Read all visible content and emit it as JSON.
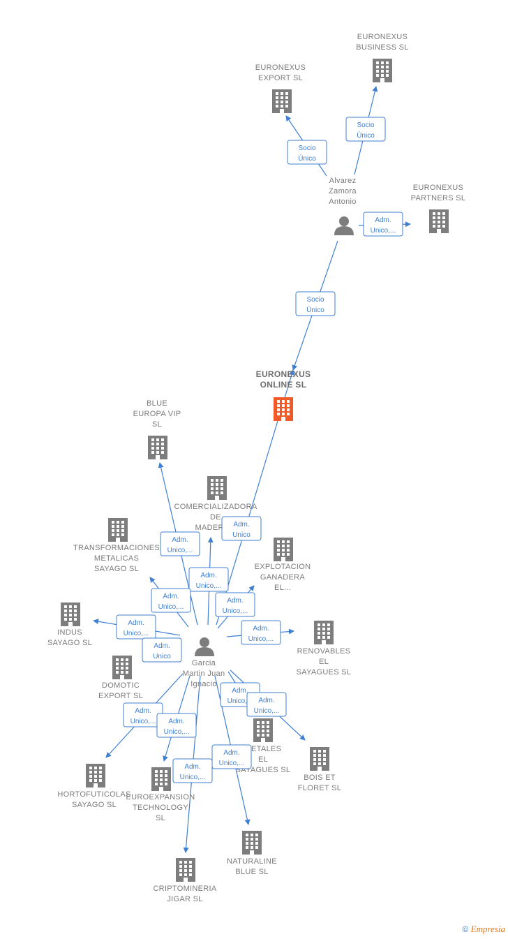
{
  "colors": {
    "edge": "#3f7fd3",
    "company": "#7d7d7d",
    "focus": "#f05a28",
    "person": "#7d7d7d",
    "label": "#7a7a7a"
  },
  "nodes": [
    {
      "id": "euronexus-business",
      "type": "company",
      "icon": "building-icon",
      "lines": [
        "EURONEXUS",
        "BUSINESS  SL"
      ]
    },
    {
      "id": "euronexus-export",
      "type": "company",
      "icon": "building-icon",
      "lines": [
        "EURONEXUS",
        "EXPORT  SL"
      ]
    },
    {
      "id": "euronexus-partners",
      "type": "company",
      "icon": "building-icon",
      "lines": [
        "EURONEXUS",
        "PARTNERS  SL"
      ]
    },
    {
      "id": "alvarez",
      "type": "person",
      "icon": "person-icon",
      "lines": [
        "Alvarez",
        "Zamora",
        "Antonio"
      ]
    },
    {
      "id": "euronexus-online",
      "type": "focus",
      "icon": "building-icon",
      "lines": [
        "EURONEXUS",
        "ONLINE  SL"
      ]
    },
    {
      "id": "blue-europa",
      "type": "company",
      "icon": "building-icon",
      "lines": [
        "BLUE",
        "EUROPA VIP",
        "SL"
      ]
    },
    {
      "id": "comercializadora",
      "type": "company",
      "icon": "building-icon",
      "lines": [
        "COMERCIALIZADORA",
        "DE",
        "MADERA..."
      ]
    },
    {
      "id": "transformaciones",
      "type": "company",
      "icon": "building-icon",
      "lines": [
        "TRANSFORMACIONES",
        "METALICAS",
        "SAYAGO  SL"
      ]
    },
    {
      "id": "explotacion",
      "type": "company",
      "icon": "building-icon",
      "lines": [
        "EXPLOTACION",
        "GANADERA",
        "EL..."
      ]
    },
    {
      "id": "indus",
      "type": "company",
      "icon": "building-icon",
      "lines": [
        "INDUS",
        "SAYAGO  SL"
      ]
    },
    {
      "id": "renovables",
      "type": "company",
      "icon": "building-icon",
      "lines": [
        "RENOVABLES",
        "EL",
        "SAYAGUES  SL"
      ]
    },
    {
      "id": "garcia",
      "type": "person",
      "icon": "person-icon",
      "lines": [
        "Garcia",
        "Martin Juan",
        "Ignacio"
      ]
    },
    {
      "id": "domotic",
      "type": "company",
      "icon": "building-icon",
      "lines": [
        "DOMOTIC",
        "EXPORT  SL"
      ]
    },
    {
      "id": "metales",
      "type": "company",
      "icon": "building-icon",
      "lines": [
        "METALES",
        "EL",
        "SAYAGUES  SL"
      ]
    },
    {
      "id": "bois",
      "type": "company",
      "icon": "building-icon",
      "lines": [
        "BOIS ET",
        "FLORET  SL"
      ]
    },
    {
      "id": "hortofuticolas",
      "type": "company",
      "icon": "building-icon",
      "lines": [
        "HORTOFUTICOLAS",
        "SAYAGO  SL"
      ]
    },
    {
      "id": "euroexpansion",
      "type": "company",
      "icon": "building-icon",
      "lines": [
        "EUROEXPANSION",
        "TECHNOLOGY",
        "SL"
      ]
    },
    {
      "id": "naturaline",
      "type": "company",
      "icon": "building-icon",
      "lines": [
        "NATURALINE",
        "BLUE  SL"
      ]
    },
    {
      "id": "criptomineria",
      "type": "company",
      "icon": "building-icon",
      "lines": [
        "CRIPTOMINERIA",
        "JIGAR  SL"
      ]
    }
  ],
  "edges": [
    {
      "from": "alvarez",
      "to": "euronexus-business",
      "label": [
        "Socio",
        "Único"
      ]
    },
    {
      "from": "alvarez",
      "to": "euronexus-export",
      "label": [
        "Socio",
        "Único"
      ]
    },
    {
      "from": "alvarez",
      "to": "euronexus-partners",
      "label": [
        "Adm.",
        "Unico,..."
      ]
    },
    {
      "from": "alvarez",
      "to": "euronexus-online",
      "label": [
        "Socio",
        "Único"
      ]
    },
    {
      "from": "garcia",
      "to": "euronexus-online",
      "label": [
        "Adm.",
        "Unico"
      ]
    },
    {
      "from": "garcia",
      "to": "blue-europa",
      "label": [
        "Adm.",
        "Unico,..."
      ]
    },
    {
      "from": "garcia",
      "to": "comercializadora",
      "label": [
        "Adm.",
        "Unico,..."
      ]
    },
    {
      "from": "garcia",
      "to": "transformaciones",
      "label": [
        "Adm.",
        "Unico,..."
      ]
    },
    {
      "from": "garcia",
      "to": "explotacion",
      "label": [
        "Adm.",
        "Unico,..."
      ]
    },
    {
      "from": "garcia",
      "to": "indus",
      "label": [
        "Adm.",
        "Unico,..."
      ]
    },
    {
      "from": "garcia",
      "to": "domotic",
      "label": [
        "Adm.",
        "Unico"
      ]
    },
    {
      "from": "garcia",
      "to": "renovables",
      "label": [
        "Adm.",
        "Unico,..."
      ]
    },
    {
      "from": "garcia",
      "to": "metales",
      "label": [
        "Adm.",
        "Unico,..."
      ]
    },
    {
      "from": "garcia",
      "to": "bois",
      "label": [
        "Adm.",
        "Unico,..."
      ]
    },
    {
      "from": "garcia",
      "to": "hortofuticolas",
      "label": [
        "Adm.",
        "Unico,..."
      ]
    },
    {
      "from": "garcia",
      "to": "euroexpansion",
      "label": [
        "Adm.",
        "Unico,..."
      ]
    },
    {
      "from": "garcia",
      "to": "naturaline",
      "label": [
        "Adm.",
        "Unico,..."
      ]
    },
    {
      "from": "garcia",
      "to": "criptomineria",
      "label": [
        "Adm.",
        "Unico,..."
      ]
    }
  ],
  "credit": {
    "symbol": "©",
    "brand": "Empresia"
  }
}
